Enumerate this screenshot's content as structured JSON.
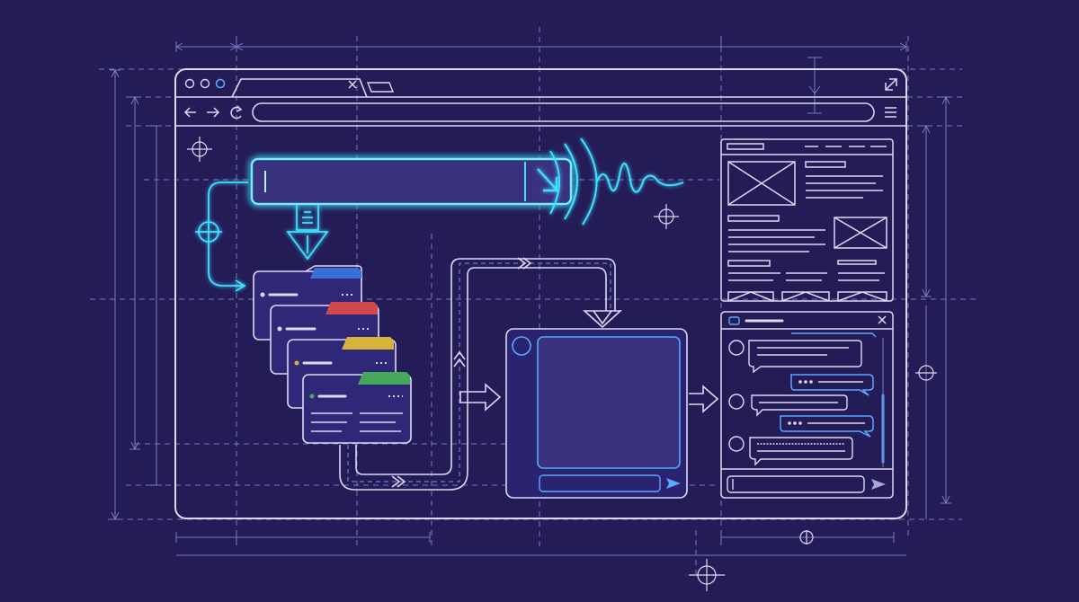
{
  "colors": {
    "background": "#241c57",
    "line": "#dcd9f3",
    "blueprint_line": "#7b77c2",
    "neon_cyan": "#3fe0ff",
    "accent_blue": "#5aa7ff",
    "tab_blue": "#3b6fd9",
    "tab_red": "#cf4a4a",
    "tab_yellow": "#d6b43a",
    "tab_green": "#46a85a",
    "panel_fill": "#2f2878"
  },
  "icons": {
    "window_controls": [
      "window-dot-icon",
      "window-dot-icon",
      "window-dot-icon"
    ],
    "tab_close": "close-icon",
    "nav": [
      "back-arrow-icon",
      "forward-arrow-icon",
      "reload-icon"
    ],
    "menu": "hamburger-menu-icon",
    "expand": "expand-icon",
    "search_go": "arrow-down-right-icon",
    "send": "send-icon",
    "crosshair": "crosshair-icon",
    "image_placeholder": "image-placeholder-icon",
    "chat_avatar": "avatar-icon"
  },
  "search": {
    "value": "",
    "state": "active-glowing"
  },
  "folders": {
    "count": 4,
    "tab_colors": [
      "blue",
      "red",
      "yellow",
      "green"
    ]
  },
  "composer": {
    "input_value": ""
  },
  "chat": {
    "messages": [
      {
        "side": "left"
      },
      {
        "side": "right"
      },
      {
        "side": "left"
      },
      {
        "side": "right"
      },
      {
        "side": "left"
      }
    ],
    "input_value": ""
  }
}
